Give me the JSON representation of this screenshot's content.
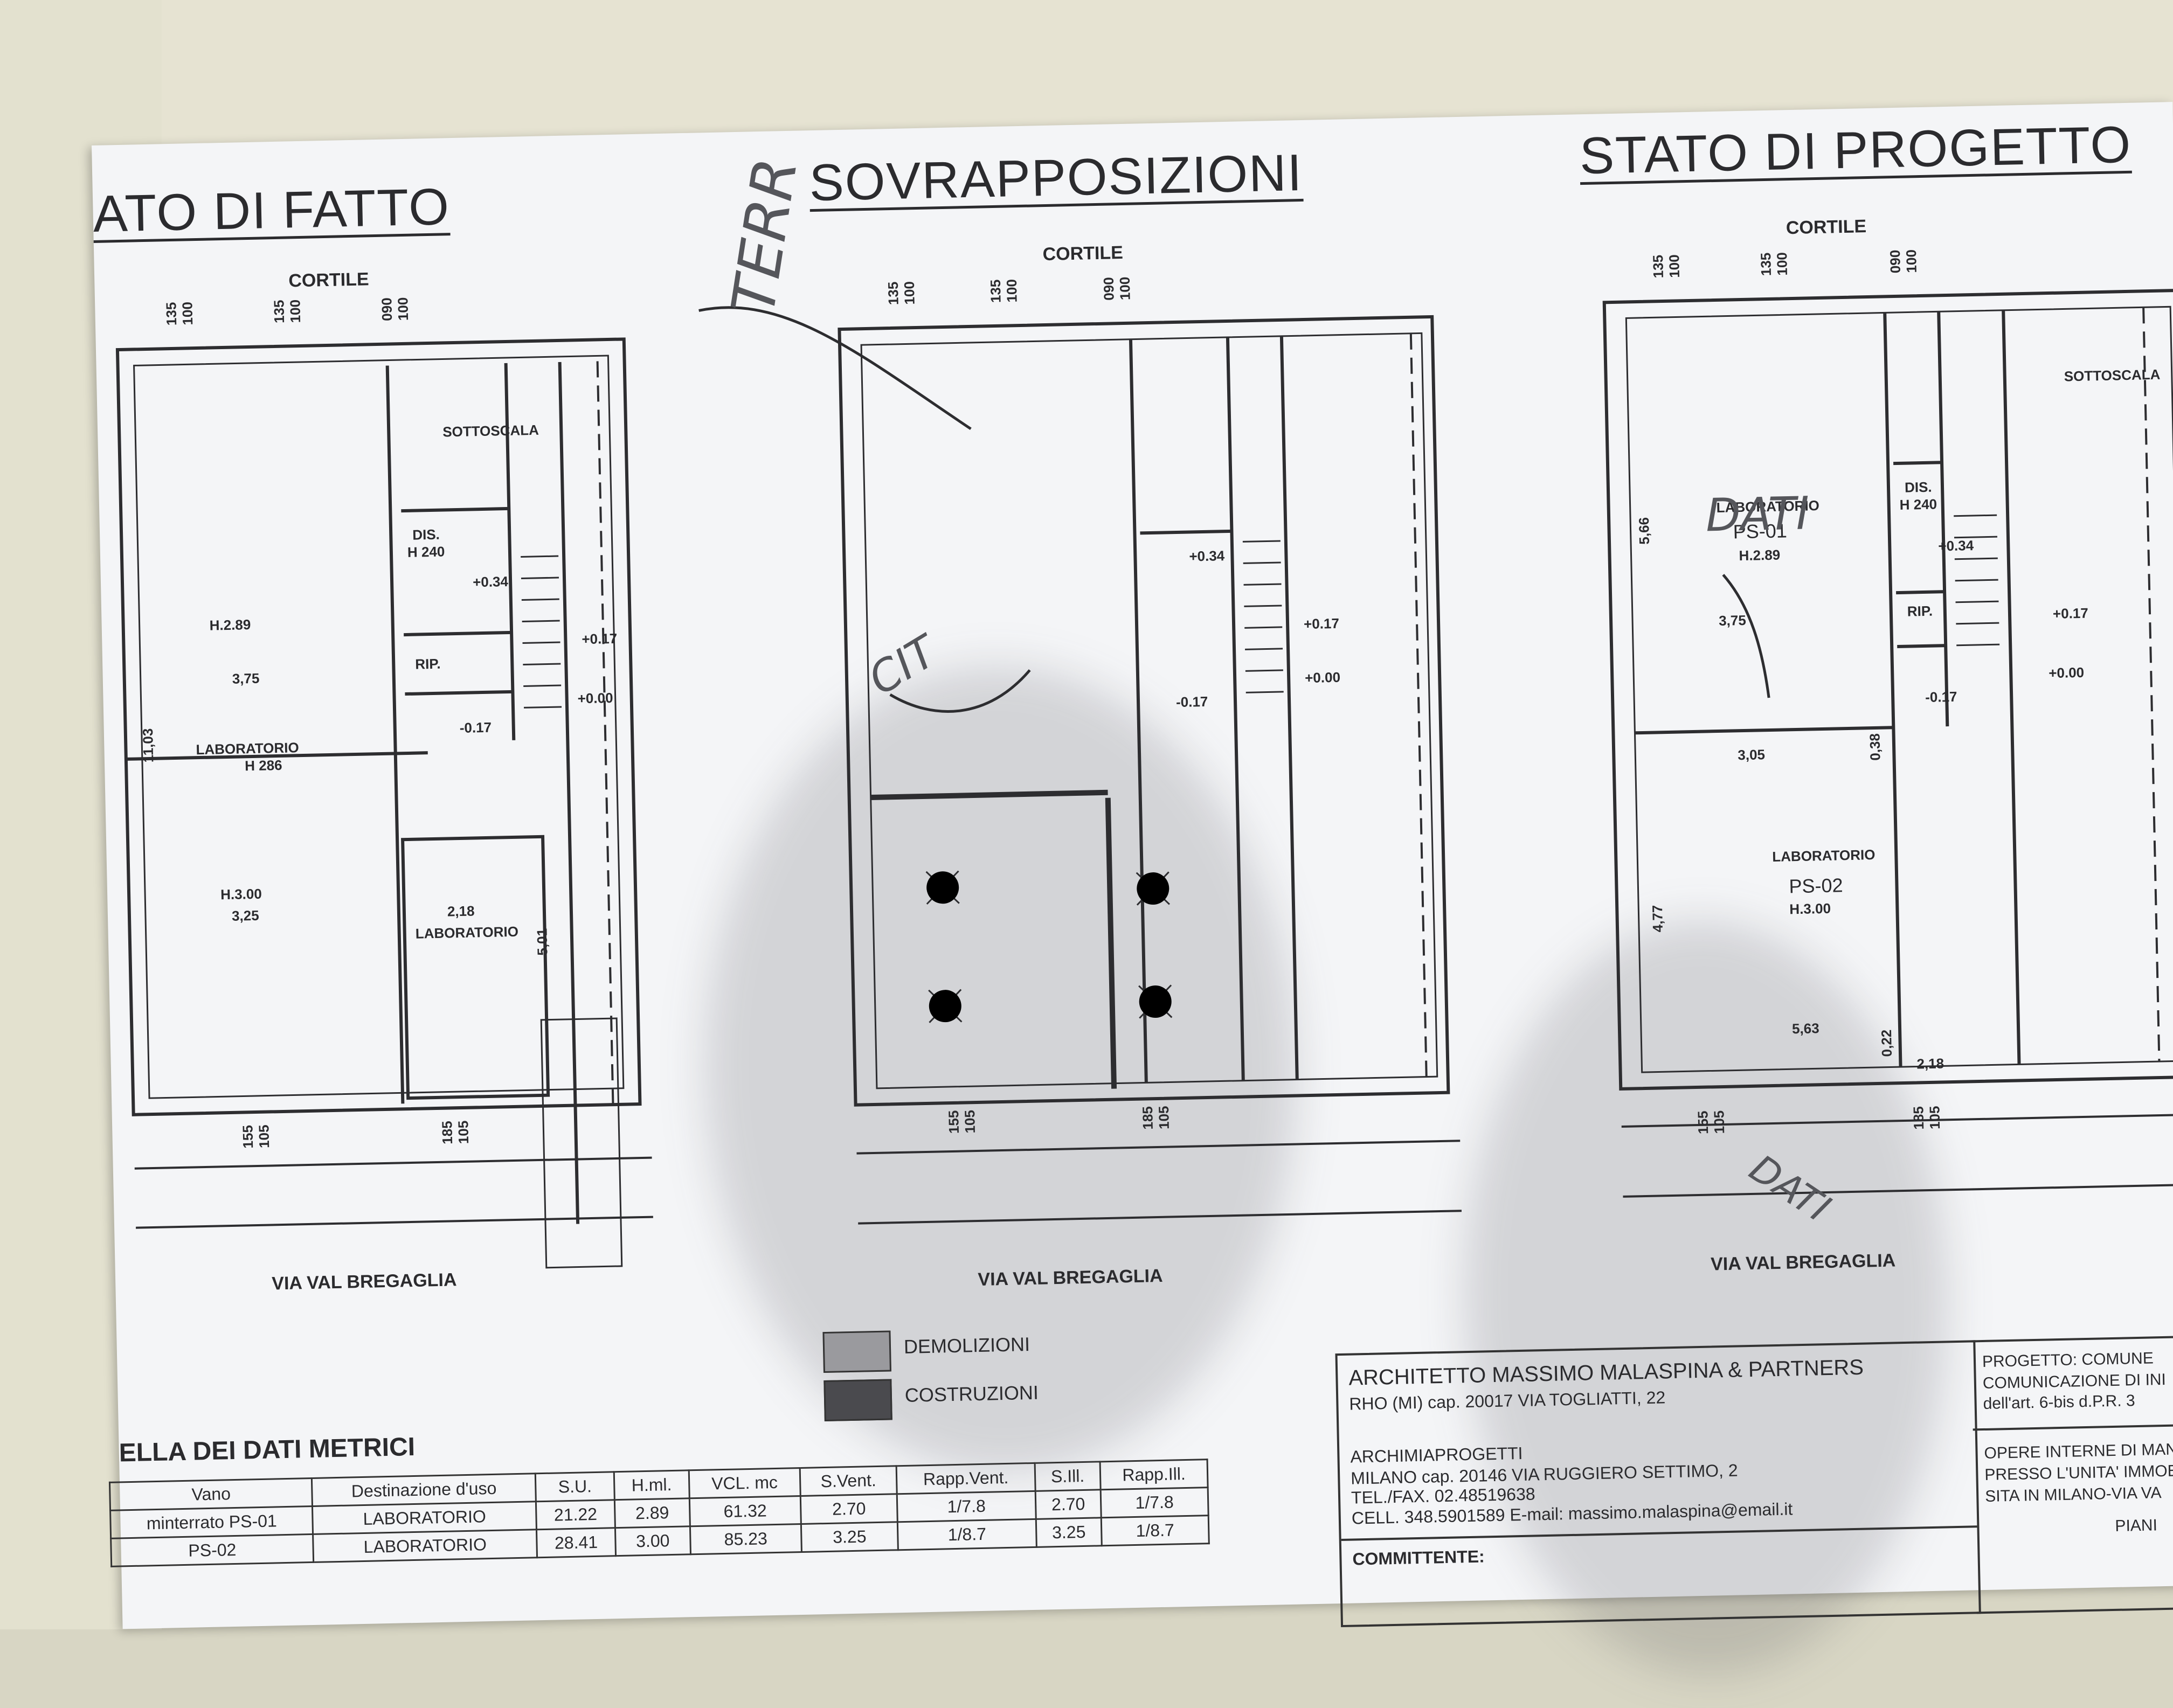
{
  "plans": {
    "left": {
      "title": "ATO DI FATTO",
      "top_label": "CORTILE",
      "street": "VIA VAL BREGAGLIA",
      "rooms": [
        "SOTTOSCALA",
        "DIS.",
        "H 240",
        "RIP.",
        "H.2.89",
        "LABORATORIO",
        "H 286",
        "H.3.00",
        "LABORATORIO"
      ],
      "dims": [
        "3,75",
        "11,03",
        "3,25",
        "2,18",
        "5,01",
        "+0.34",
        "+0.17",
        "+0.00",
        "-0.17"
      ],
      "window_marks": [
        "135",
        "100",
        "135",
        "100",
        "090",
        "100",
        "155",
        "105",
        "185",
        "105"
      ]
    },
    "middle": {
      "title": "SOVRAPPOSIZIONI",
      "top_label": "CORTILE",
      "street": "VIA VAL BREGAGLIA",
      "dims": [
        "+0.34",
        "+0.17",
        "+0.00",
        "-0.17"
      ],
      "window_marks": [
        "135",
        "100",
        "135",
        "100",
        "090",
        "100",
        "155",
        "105",
        "185",
        "105"
      ]
    },
    "right": {
      "title": "STATO DI PROGETTO",
      "top_label": "CORTILE",
      "street": "VIA VAL BREGAGLIA",
      "rooms": [
        "SOTTOSCALA",
        "LABORATORIO",
        "PS-01",
        "H.2.89",
        "DIS.",
        "H 240",
        "RIP.",
        "LABORATORIO",
        "PS-02",
        "H.3.00"
      ],
      "dims": [
        "5,66",
        "3,75",
        "3,05",
        "0,38",
        "4,77",
        "5,63",
        "0,22",
        "2,18",
        "+0.34",
        "+0.17",
        "+0.00",
        "-0.17"
      ],
      "window_marks": [
        "135",
        "100",
        "135",
        "100",
        "090",
        "100",
        "155",
        "105",
        "185",
        "105"
      ]
    }
  },
  "handwriting": [
    "TERR",
    "CIT",
    "DATI",
    "DATI"
  ],
  "legend": [
    {
      "label": "DEMOLIZIONI",
      "color": "#9a9a9e"
    },
    {
      "label": "COSTRUZIONI",
      "color": "#4a4a4e"
    }
  ],
  "metric_table": {
    "title": "ELLA DEI DATI METRICI",
    "headers": [
      "Vano",
      "Destinazione d'uso",
      "S.U.",
      "H.ml.",
      "VCL. mc",
      "S.Vent.",
      "Rapp.Vent.",
      "S.Ill.",
      "Rapp.Ill."
    ],
    "row_label": "minterrato",
    "rows": [
      [
        "PS-01",
        "LABORATORIO",
        "21.22",
        "2.89",
        "61.32",
        "2.70",
        "1/7.8",
        "2.70",
        "1/7.8"
      ],
      [
        "PS-02",
        "LABORATORIO",
        "28.41",
        "3.00",
        "85.23",
        "3.25",
        "1/8.7",
        "3.25",
        "1/8.7"
      ]
    ]
  },
  "title_block": {
    "firm": "ARCHITETTO MASSIMO MALASPINA & PARTNERS",
    "firm_addr": "RHO (MI)   cap. 20017   VIA TOGLIATTI, 22",
    "studio": "ARCHIMIAPROGETTI",
    "studio_addr": "MILANO  cap. 20146   VIA RUGGIERO SETTIMO, 2",
    "tel": "TEL./FAX. 02.48519638",
    "cell": "CELL. 348.5901589   E-mail: massimo.malaspina@email.it",
    "committente": "COMMITTENTE:",
    "progetto": "PROGETTO: COMUNE",
    "comunicazione": "COMUNICAZIONE DI INI",
    "art": "dell'art. 6-bis d.P.R. 3",
    "opere": "OPERE INTERNE DI MAN",
    "presso": "PRESSO L'UNITA' IMMOB",
    "sita": "SITA IN MILANO-VIA VA",
    "piani": "PIANI"
  },
  "colors": {
    "paper": "#f4f5f7",
    "ink": "#2d2d30",
    "background": "#d8d6c4"
  }
}
